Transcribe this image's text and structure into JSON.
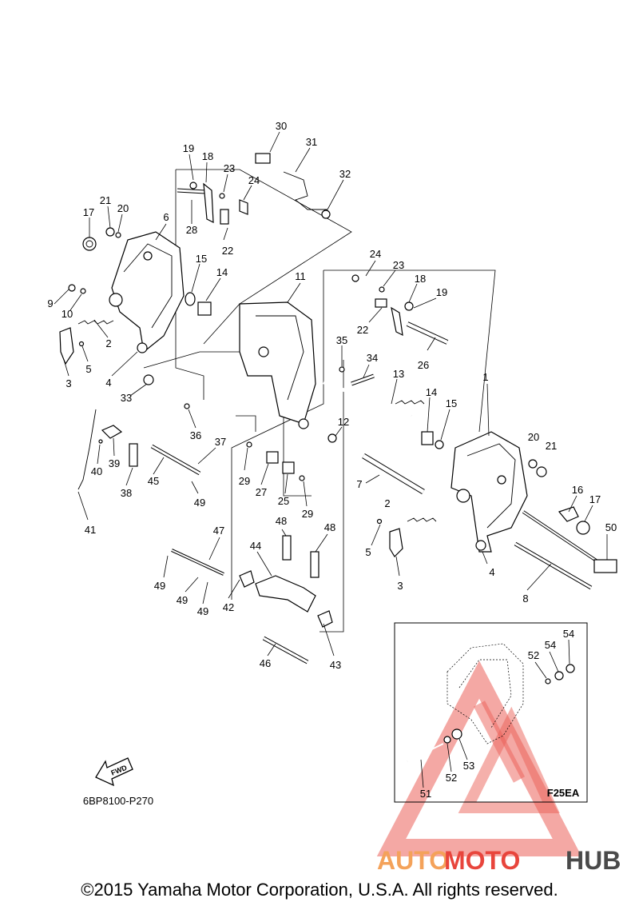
{
  "diagram_code": "6BP8100-P270",
  "fwd_label": "FWD",
  "inset_code": "F25EA",
  "copyright": "©2015 Yamaha Motor Corporation, U.S.A. All rights reserved.",
  "watermark": {
    "auto": "AUTO",
    "moto": "MOTO",
    "hub": "HUB",
    "accent_color": "#e8453c",
    "light_color": "#f4a25a",
    "hub_color": "#4a4a4a"
  },
  "callouts": [
    "30",
    "31",
    "19",
    "18",
    "23",
    "24",
    "32",
    "21",
    "17",
    "20",
    "6",
    "28",
    "22",
    "15",
    "14",
    "11",
    "9",
    "10",
    "2",
    "3",
    "5",
    "4",
    "33",
    "36",
    "37",
    "39",
    "40",
    "38",
    "45",
    "49",
    "41",
    "35",
    "34",
    "13",
    "12",
    "26",
    "27",
    "25",
    "29",
    "7",
    "48",
    "47",
    "44",
    "42",
    "46",
    "43",
    "1",
    "16",
    "50",
    "8",
    "52",
    "51",
    "53",
    "54"
  ]
}
